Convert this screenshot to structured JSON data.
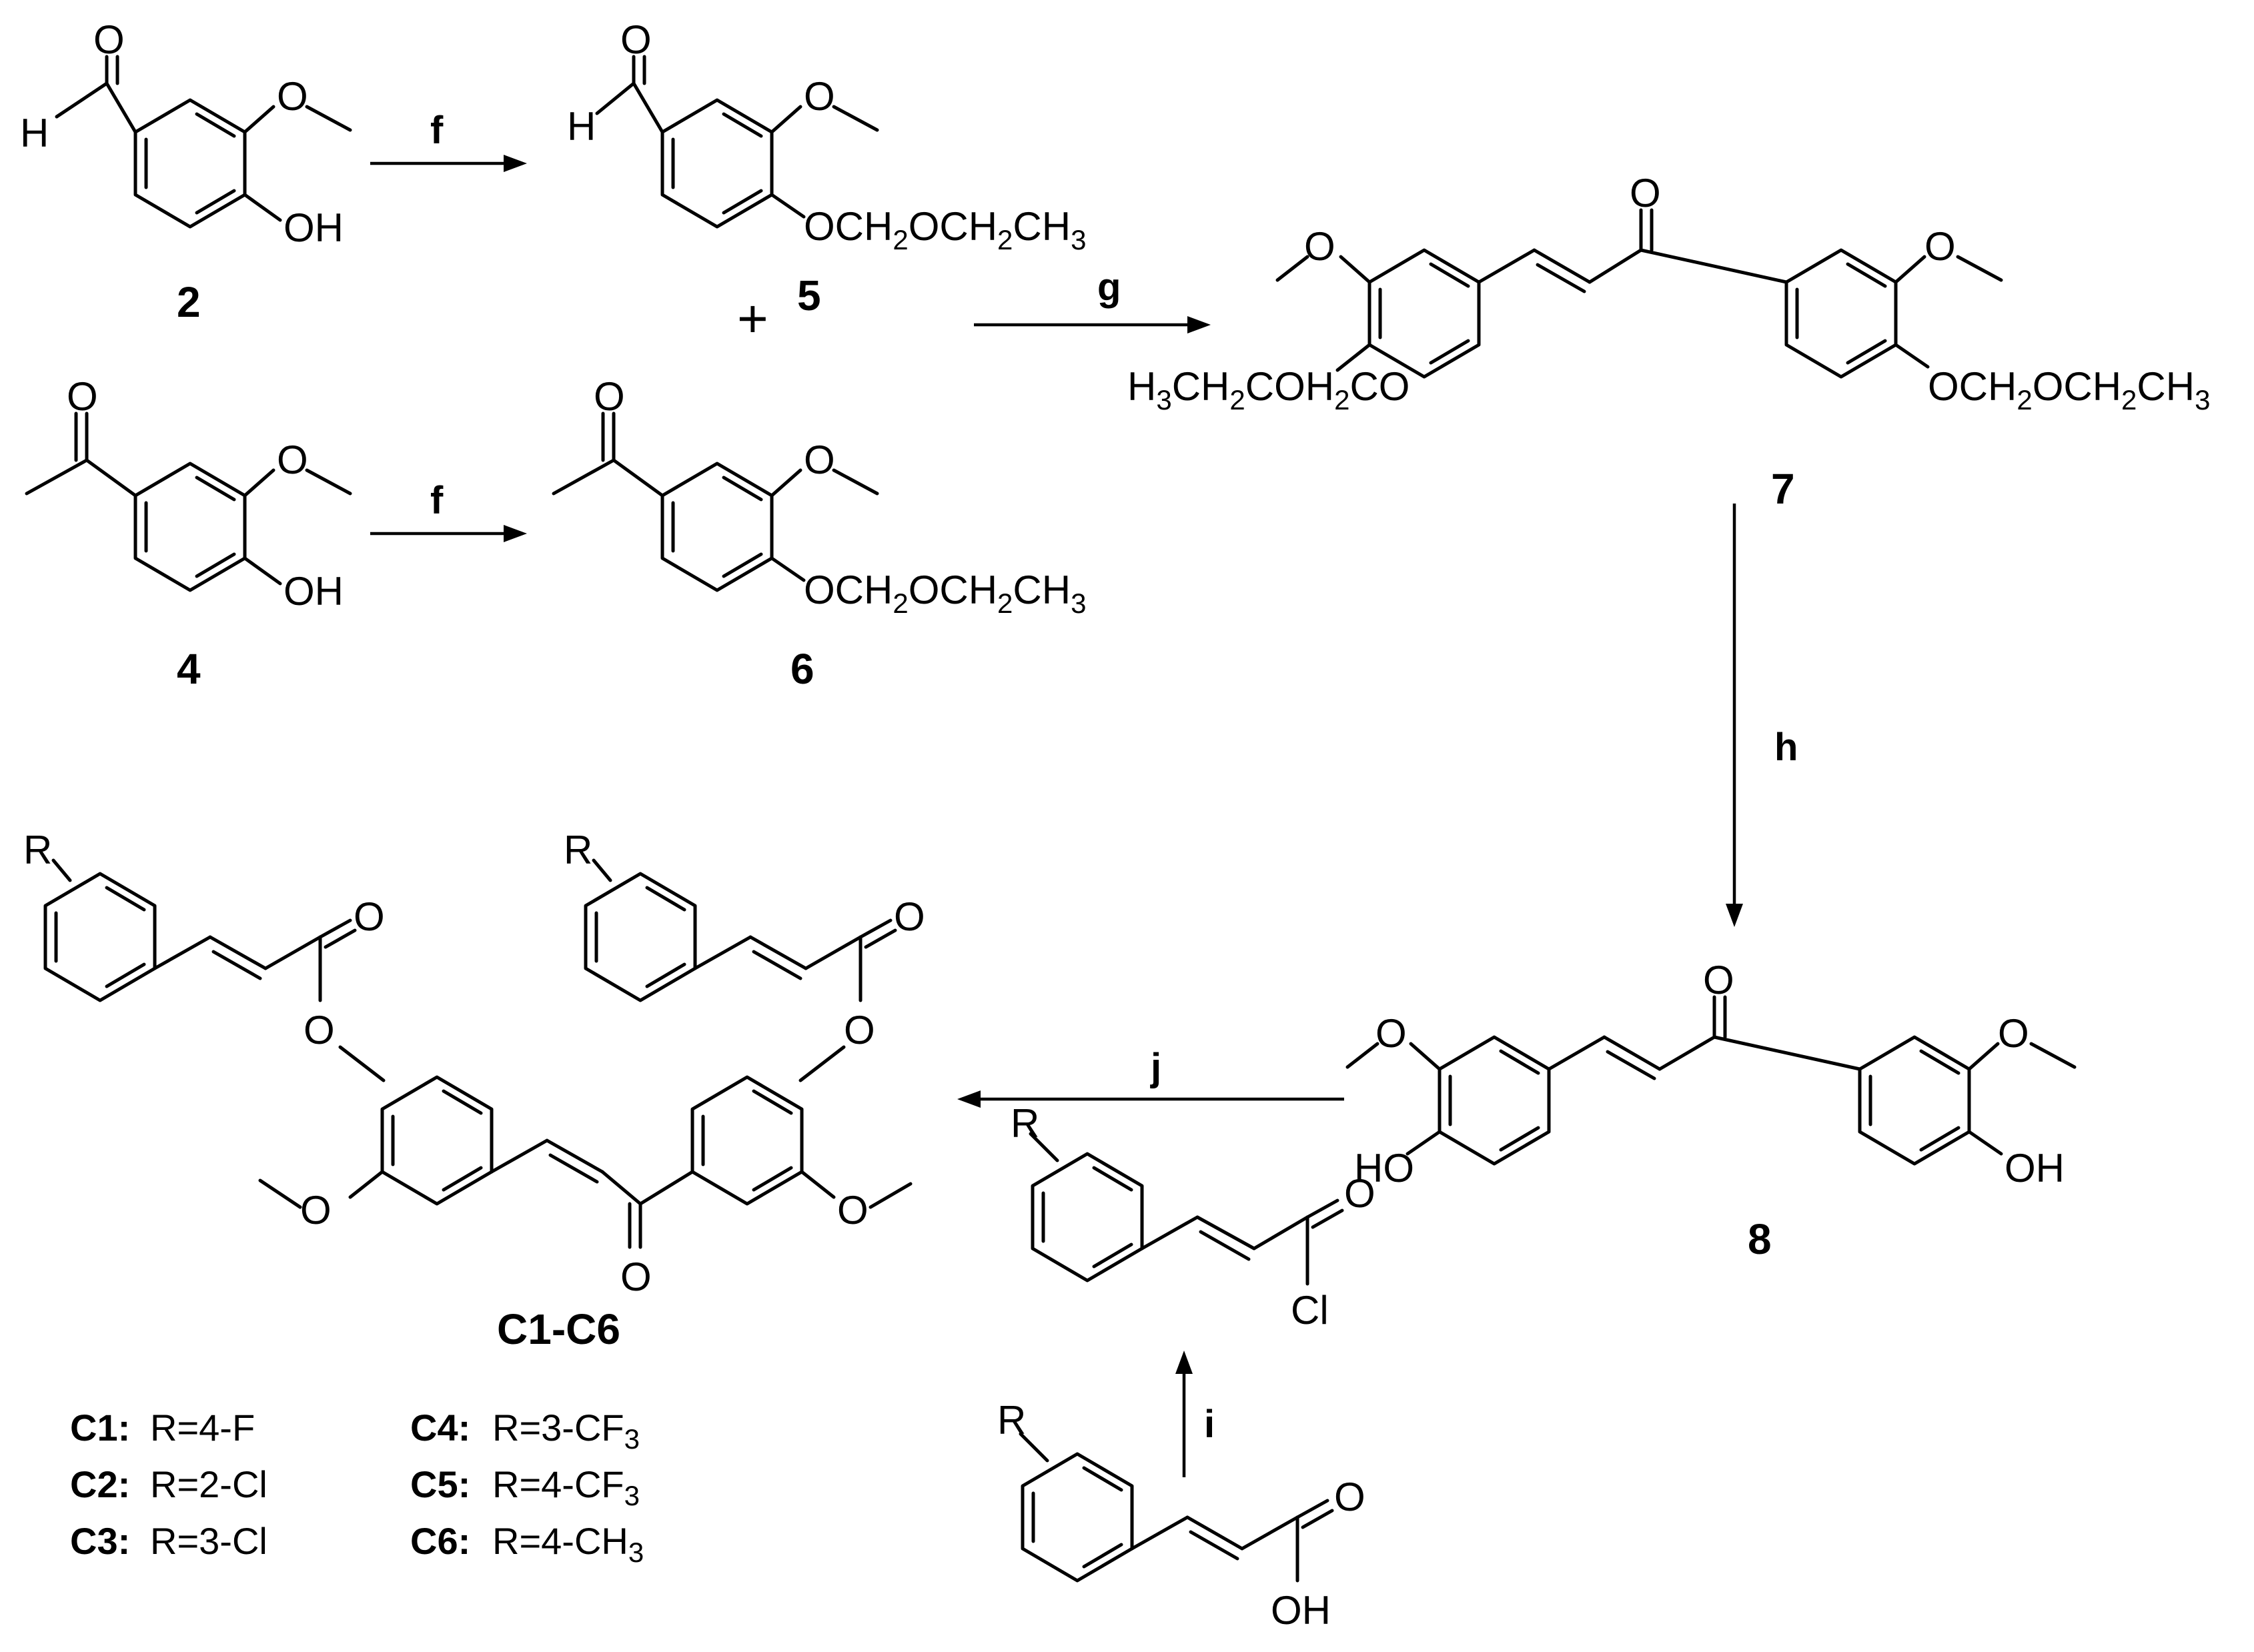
{
  "compounds": {
    "c2": "2",
    "c4": "4",
    "c5": "5",
    "c6": "6",
    "c7": "7",
    "c8": "8",
    "final": "C1-C6"
  },
  "reagents": {
    "f1": "f",
    "f2": "f",
    "g": "g",
    "h": "h",
    "i": "i",
    "j": "j"
  },
  "plus": "+",
  "atoms": {
    "O": "O",
    "H": "H",
    "OH": "OH",
    "HO": "HO",
    "R": "R",
    "Cl": "Cl",
    "OCH": "OCH",
    "OCH2_mid": "OCH",
    "CH": "CH",
    "H3C": "H",
    "C": "C",
    "CO": "CO",
    "sub2": "2",
    "sub3": "3"
  },
  "legend": [
    {
      "id": "C1:",
      "text": "R=4-F"
    },
    {
      "id": "C2:",
      "text": "R=2-Cl"
    },
    {
      "id": "C3:",
      "text": "R=3-Cl"
    },
    {
      "id": "C4:",
      "text": "R=3-CF",
      "sub": "3"
    },
    {
      "id": "C5:",
      "text": "R=4-CF",
      "sub": "3"
    },
    {
      "id": "C6:",
      "text": "R=4-CH",
      "sub": "3"
    }
  ]
}
